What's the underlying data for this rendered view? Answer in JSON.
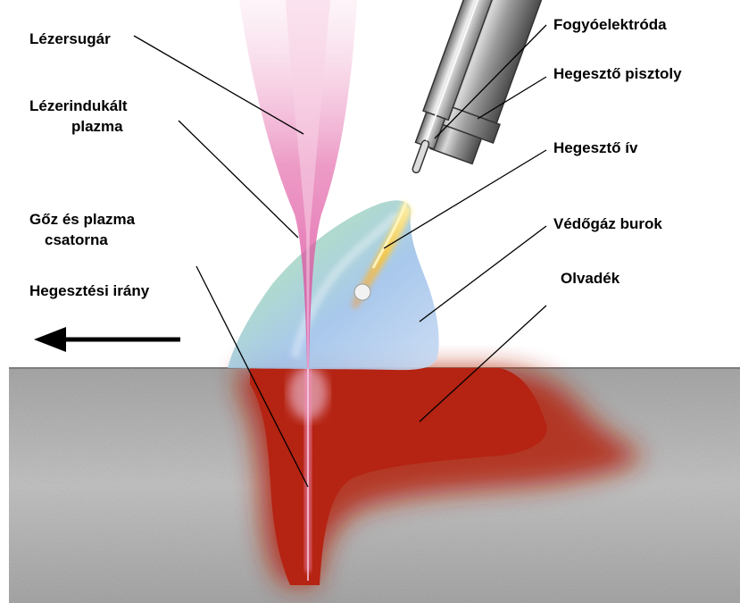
{
  "labels": {
    "laser_beam": "Lézersugár",
    "laser_plasma_line1": "Lézerindukált",
    "laser_plasma_line2": "plazma",
    "vapour_channel_line1": "Gőz  és plazma",
    "vapour_channel_line2": "csatorna",
    "welding_direction": "Hegesztési irány",
    "consumable_electrode": "Fogyóelektróda",
    "welding_gun": "Hegesztő pisztoly",
    "welding_arc": "Hegesztő ív",
    "shielding_gas": "Védőgáz burok",
    "melt_pool": "Olvadék"
  },
  "colors": {
    "workpiece": "#b9b9b9",
    "melt": "#b3200f",
    "laser": "#d9409a",
    "arc": "#f5c84a",
    "gas_shroud": "#8fb8e0",
    "gun_metal": "#8a8a8a"
  }
}
